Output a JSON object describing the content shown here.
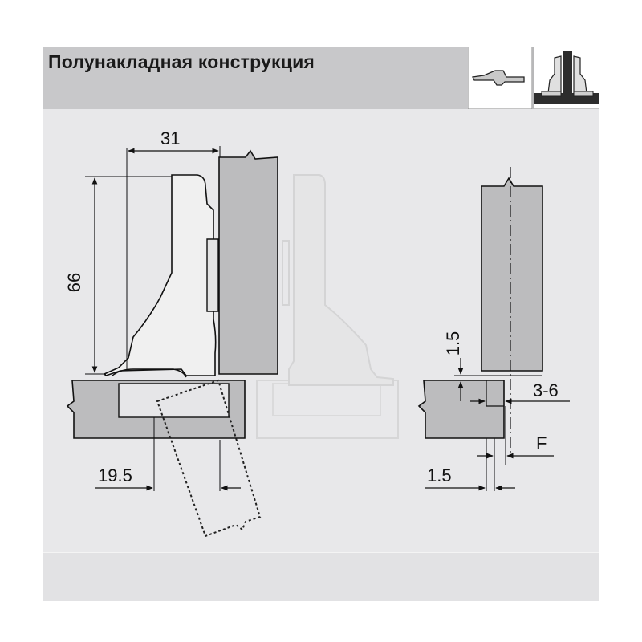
{
  "header": {
    "title": "Полунакладная конструкция"
  },
  "icons": {
    "left": "hinge-profile-icon",
    "right": "half-overlay-section-icon"
  },
  "dimensions": {
    "width_top": "31",
    "height_left": "66",
    "offset_bottom": "19.5",
    "gap_vertical": "1.5",
    "overlay": "3-6",
    "f_label": "F",
    "gap_bottom": "1.5"
  },
  "colors": {
    "panel": "#e8e8ea",
    "header": "#c8c8ca",
    "board": "#b9b9bb",
    "ghost": "#d6d6d8"
  }
}
